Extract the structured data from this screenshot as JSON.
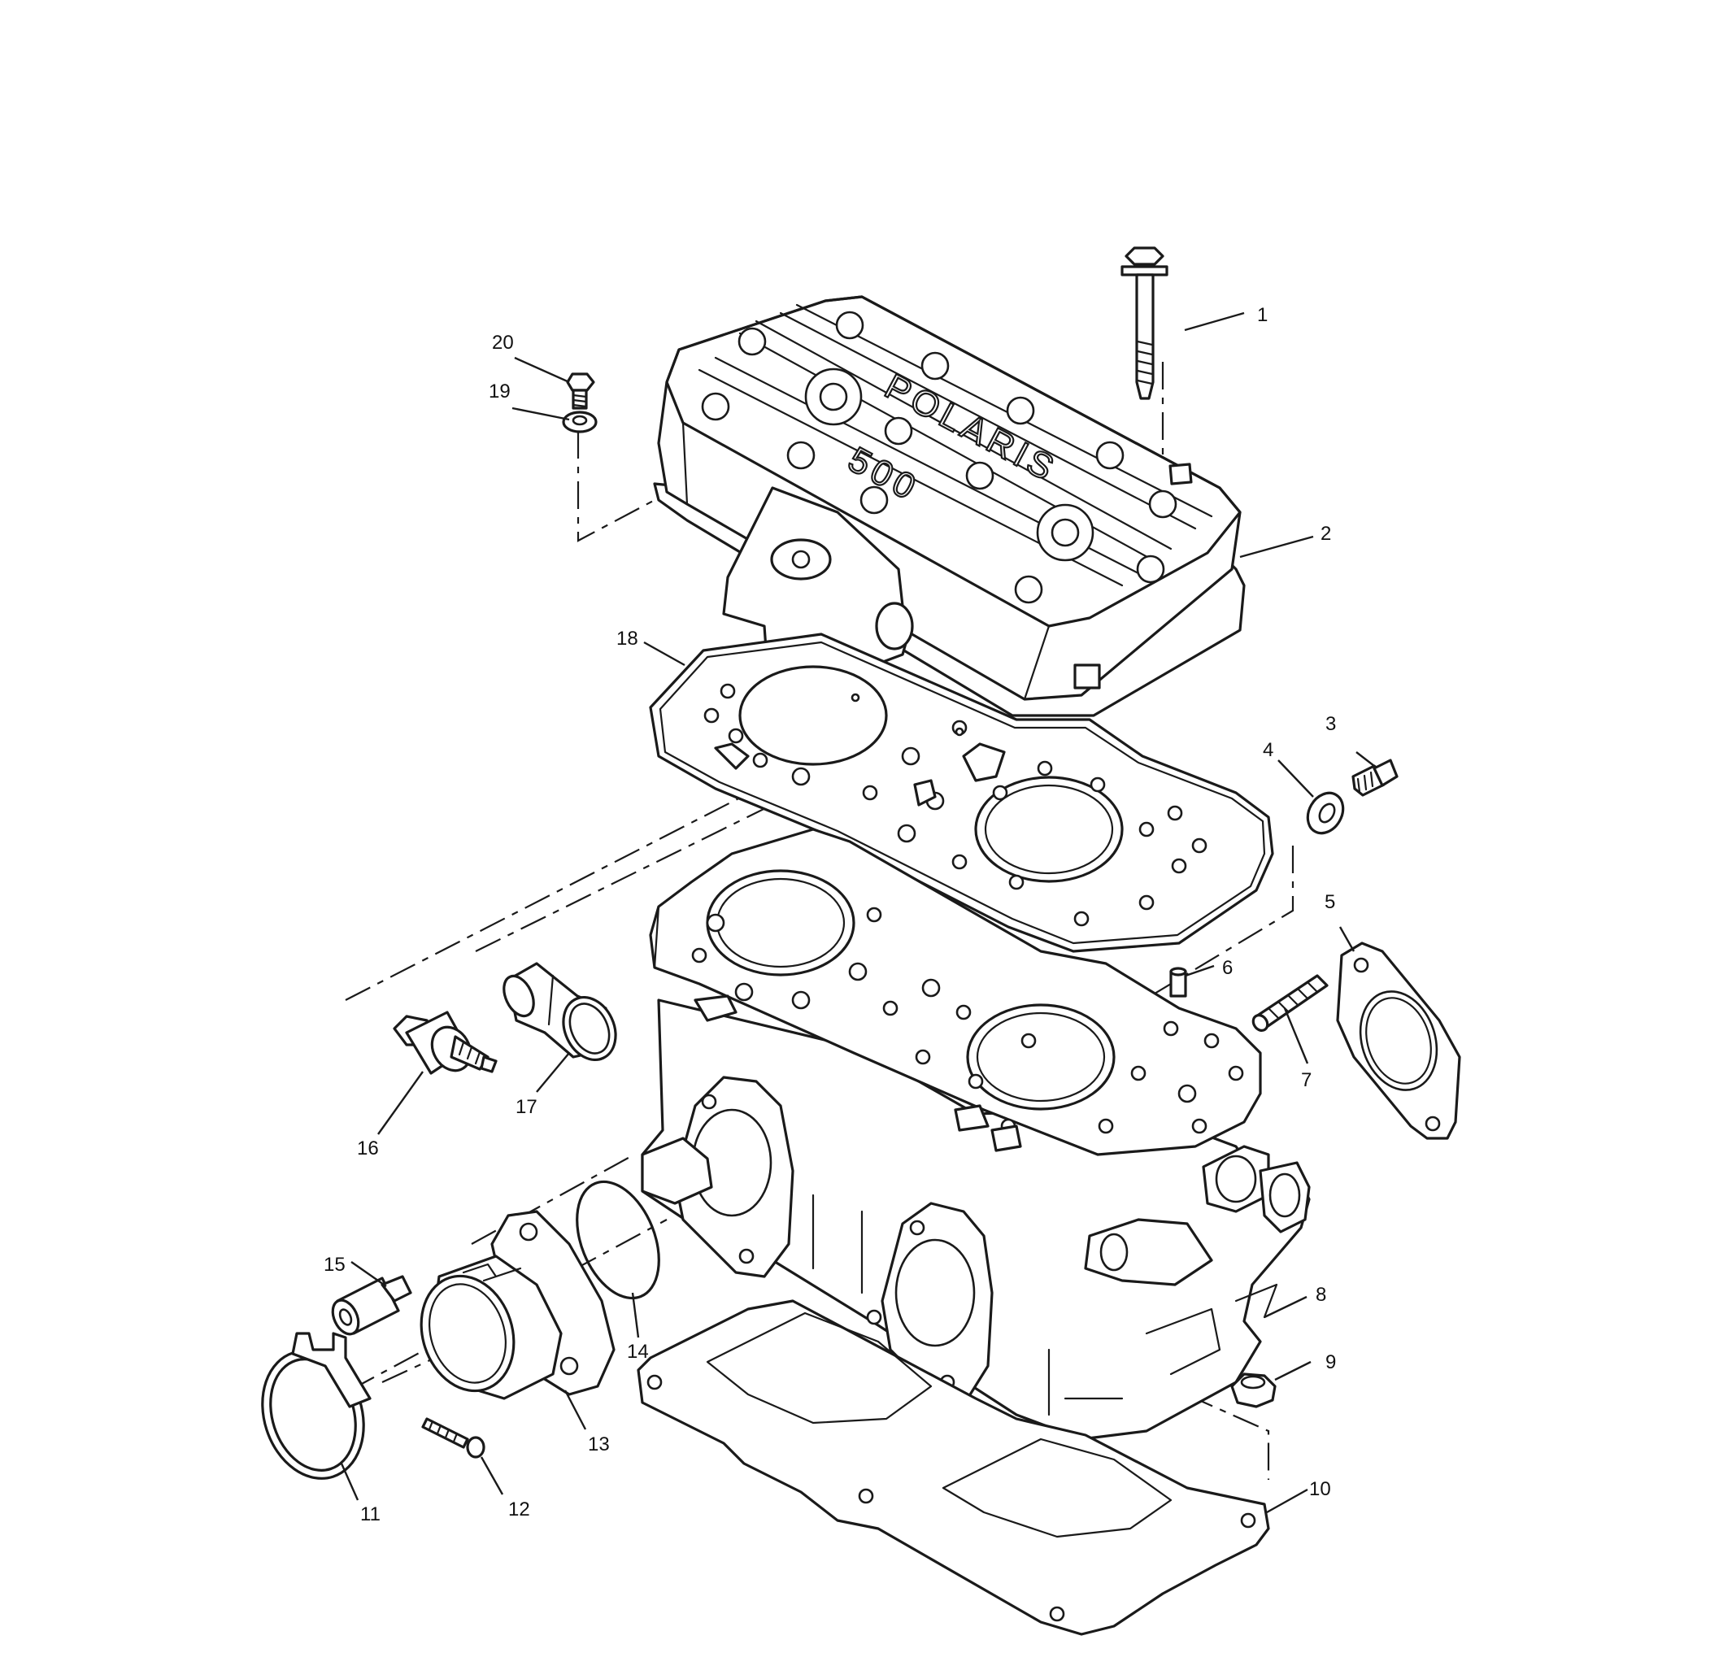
{
  "diagram": {
    "callouts": [
      "1",
      "2",
      "3",
      "4",
      "5",
      "6",
      "7",
      "8",
      "9",
      "10",
      "11",
      "12",
      "13",
      "14",
      "15",
      "16",
      "17",
      "18",
      "19",
      "20"
    ],
    "logo_text": "POLARIS",
    "model_text": "500"
  }
}
